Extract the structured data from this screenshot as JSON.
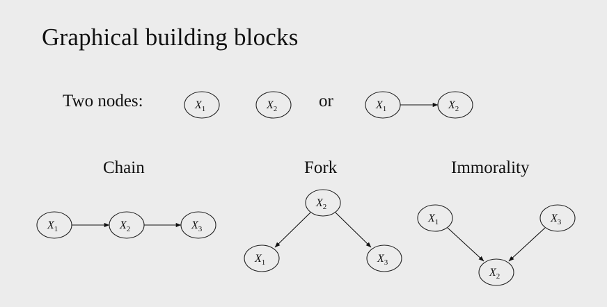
{
  "title": "Graphical building blocks",
  "two_nodes": {
    "label": "Two nodes:",
    "or_label": "or"
  },
  "chain": {
    "title": "Chain"
  },
  "fork": {
    "title": "Fork"
  },
  "immorality": {
    "title": "Immorality"
  },
  "node_labels": {
    "x": "X",
    "sub1": "1",
    "sub2": "2",
    "sub3": "3"
  }
}
